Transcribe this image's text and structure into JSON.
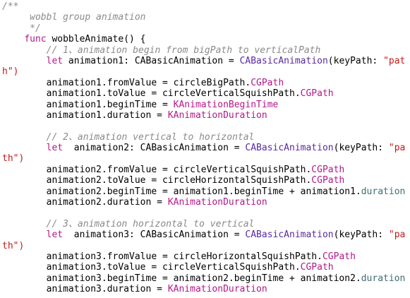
{
  "editor": {
    "colors": {
      "background": "#ffffff",
      "comment": "#8a8a8a",
      "keyword": "#b21889",
      "type": "#5a2aa0",
      "property": "#3f6e74",
      "constant": "#b21889",
      "string": "#c41a16",
      "text": "#000000"
    },
    "lines": [
      [
        {
          "t": "/**",
          "c": "comment"
        }
      ],
      [
        {
          "t": "     wobbl group animation",
          "c": "comment"
        }
      ],
      [
        {
          "t": "     */",
          "c": "comment"
        }
      ],
      [
        {
          "t": "    ",
          "c": "plain"
        },
        {
          "t": "func",
          "c": "keyword"
        },
        {
          "t": " wobbleAnimate() {",
          "c": "plain"
        }
      ],
      [
        {
          "t": "        // 1、animation begin from bigPath to verticalPath",
          "c": "comment"
        }
      ],
      [
        {
          "t": "        ",
          "c": "plain"
        },
        {
          "t": "let",
          "c": "keyword"
        },
        {
          "t": " animation1: CABasicAnimation = ",
          "c": "plain"
        },
        {
          "t": "CABasicAnimation",
          "c": "type"
        },
        {
          "t": "(keyPath: ",
          "c": "plain"
        },
        {
          "t": "\"pat",
          "c": "str"
        }
      ],
      [
        {
          "t": "h\")",
          "c": "str"
        }
      ],
      [
        {
          "t": "        animation1.fromValue = circleBigPath.",
          "c": "plain"
        },
        {
          "t": "CGPath",
          "c": "pink"
        }
      ],
      [
        {
          "t": "        animation1.toValue = circleVerticalSquishPath.",
          "c": "plain"
        },
        {
          "t": "CGPath",
          "c": "pink"
        }
      ],
      [
        {
          "t": "        animation1.beginTime = ",
          "c": "plain"
        },
        {
          "t": "KAnimationBeginTime",
          "c": "pink"
        }
      ],
      [
        {
          "t": "        animation1.duration = ",
          "c": "plain"
        },
        {
          "t": "KAnimationDuration",
          "c": "pink"
        }
      ],
      [
        {
          "t": "",
          "c": "plain"
        }
      ],
      [
        {
          "t": "        // 2、animation vertical to horizontal",
          "c": "comment"
        }
      ],
      [
        {
          "t": "        ",
          "c": "plain"
        },
        {
          "t": "let",
          "c": "keyword"
        },
        {
          "t": "  animation2: CABasicAnimation = ",
          "c": "plain"
        },
        {
          "t": "CABasicAnimation",
          "c": "type"
        },
        {
          "t": "(keyPath: ",
          "c": "plain"
        },
        {
          "t": "\"pa",
          "c": "str"
        }
      ],
      [
        {
          "t": "th\")",
          "c": "str"
        }
      ],
      [
        {
          "t": "        animation2.fromValue = circleVerticalSquishPath.",
          "c": "plain"
        },
        {
          "t": "CGPath",
          "c": "pink"
        }
      ],
      [
        {
          "t": "        animation2.toValue = circleHorizontalSquishPath.",
          "c": "plain"
        },
        {
          "t": "CGPath",
          "c": "pink"
        }
      ],
      [
        {
          "t": "        animation2.beginTime = animation1.beginTime + animation1.",
          "c": "plain"
        },
        {
          "t": "duration",
          "c": "prop"
        }
      ],
      [
        {
          "t": "        animation2.duration = ",
          "c": "plain"
        },
        {
          "t": "KAnimationDuration",
          "c": "pink"
        }
      ],
      [
        {
          "t": "",
          "c": "plain"
        }
      ],
      [
        {
          "t": "        // 3、animation horizontal to vertical",
          "c": "comment"
        }
      ],
      [
        {
          "t": "        ",
          "c": "plain"
        },
        {
          "t": "let",
          "c": "keyword"
        },
        {
          "t": "  animation3: CABasicAnimation = ",
          "c": "plain"
        },
        {
          "t": "CABasicAnimation",
          "c": "type"
        },
        {
          "t": "(keyPath: ",
          "c": "plain"
        },
        {
          "t": "\"pa",
          "c": "str"
        }
      ],
      [
        {
          "t": "th\")",
          "c": "str"
        }
      ],
      [
        {
          "t": "        animation3.fromValue = circleHorizontalSquishPath.",
          "c": "plain"
        },
        {
          "t": "CGPath",
          "c": "pink"
        }
      ],
      [
        {
          "t": "        animation3.toValue = circleVerticalSquishPath.",
          "c": "plain"
        },
        {
          "t": "CGPath",
          "c": "pink"
        }
      ],
      [
        {
          "t": "        animation3.beginTime = animation2.beginTime + animation2.",
          "c": "plain"
        },
        {
          "t": "duration",
          "c": "prop"
        }
      ],
      [
        {
          "t": "        animation3.duration = ",
          "c": "plain"
        },
        {
          "t": "KAnimationDuration",
          "c": "pink"
        }
      ]
    ]
  }
}
